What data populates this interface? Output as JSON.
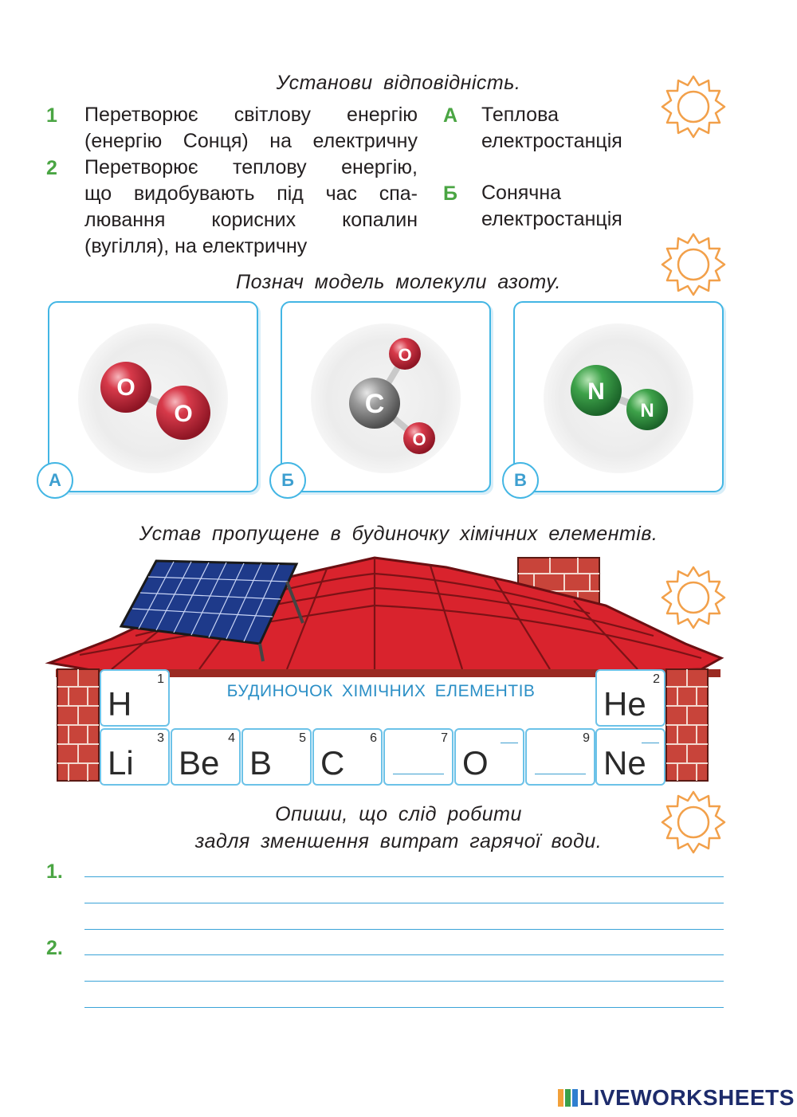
{
  "task1": {
    "heading": "Установи відповідність.",
    "items": [
      {
        "num": "1",
        "lines": [
          "Перетворює світлову енергію",
          "(енергію Сонця) на електричну"
        ]
      },
      {
        "num": "2",
        "lines": [
          "Перетворює теплову енергію,",
          "що видобувають під час спа-",
          "лювання корисних копалин",
          "(вугілля), на електричну"
        ]
      }
    ],
    "options": [
      {
        "letter": "А",
        "lines": [
          "Теплова",
          "електростанція"
        ]
      },
      {
        "letter": "Б",
        "lines": [
          "Сонячна",
          "електростанція"
        ]
      }
    ]
  },
  "task2": {
    "heading": "Познач модель молекули азоту.",
    "cards": [
      {
        "label": "А",
        "atoms": [
          "O",
          "O"
        ]
      },
      {
        "label": "Б",
        "atoms": [
          "C",
          "O",
          "O"
        ]
      },
      {
        "label": "В",
        "atoms": [
          "N",
          "N"
        ]
      }
    ]
  },
  "task3": {
    "heading": "Устав пропущене в будиночку хімічних елементів.",
    "house_title": "БУДИНОЧОК ХІМІЧНИХ ЕЛЕМЕНТІВ",
    "row1": [
      {
        "symbol": "H",
        "z": "1"
      },
      {
        "symbol": "He",
        "z": "2"
      }
    ],
    "row2": [
      {
        "symbol": "Li",
        "z": "3"
      },
      {
        "symbol": "Be",
        "z": "4"
      },
      {
        "symbol": "B",
        "z": "5"
      },
      {
        "symbol": "C",
        "z": "6"
      },
      {
        "symbol": "",
        "z": "7"
      },
      {
        "symbol": "O",
        "z": ""
      },
      {
        "symbol": "",
        "z": "9"
      },
      {
        "symbol": "Ne",
        "z": ""
      }
    ]
  },
  "task4": {
    "heading_line1": "Опиши, що слід робити",
    "heading_line2": "задля зменшення витрат гарячої води.",
    "answers": [
      {
        "num": "1."
      },
      {
        "num": "2."
      }
    ]
  },
  "footer": {
    "logo": "LIVEWORKSHEETS"
  },
  "colors": {
    "accent_green": "#4aa543",
    "line_blue": "#3aa3d8",
    "sun_orange": "#f2a04a",
    "roof_red": "#d9232d",
    "brick": "#c8443a"
  },
  "icons": [
    "sun-icon",
    "solar-panel-icon",
    "chimney-icon"
  ]
}
